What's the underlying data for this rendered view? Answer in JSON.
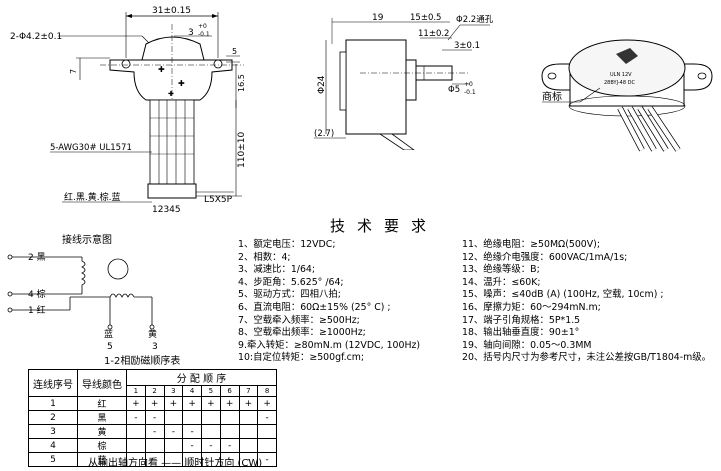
{
  "front_view": {
    "dim_width": "31±0.15",
    "dim_holes": "2-Φ4.2±0.1",
    "dim_boss": "3",
    "dim_boss_tol_upper": "+0",
    "dim_boss_tol_lower": "-0.1",
    "dim_5": "5",
    "dim_7": "7",
    "dim_16_5": "16.5",
    "dim_lead_length": "110±10",
    "wire_spec": "5-AWG30# UL1571",
    "wire_colors": "红.黑.黄.棕.蓝",
    "pin_numbers": "12345",
    "connector": "L5X5P"
  },
  "side_view": {
    "dim_19": "19",
    "dim_15": "15±0.5",
    "dim_11": "11±0.2",
    "dim_3": "3±0.1",
    "dim_hole": "Φ2.2通孔",
    "dim_shaft": "Φ5",
    "dim_shaft_tol_upper": "+0",
    "dim_shaft_tol_lower": "-0.1",
    "dim_dia": "Φ24",
    "dim_2_7": "(2.7)"
  },
  "iso_view": {
    "label": "商标"
  },
  "spec": {
    "title": "技术要求",
    "left": [
      "1、额定电压：12VDC;",
      "2、相数：4;",
      "3、减速比：1/64;",
      "4、步距角：5.625° /64;",
      "5、驱动方式：四相八拍;",
      "6、直流电阻：60Ω±15% (25° C) ;",
      "7、空载牵入频率：≥500Hz;",
      "8、空载牵出频率：≥1000Hz;",
      "9.牵入转矩：≥80mN.m (12VDC, 100Hz)",
      "10:自定位转矩：≥500gf.cm;"
    ],
    "right": [
      "11、绝缘电阻：≥50MΩ(500V);",
      "12、绝缘介电强度：600VAC/1mA/1s;",
      "13、绝缘等级：B;",
      "14、温升：≤60K;",
      "15、噪声：≤40dB (A) (100Hz, 空载, 10cm) ;",
      "16、摩擦力矩：60～294mN.m;",
      "17、端子引角规格：5P*1.5",
      "18、输出轴垂直度：90±1°",
      "19、轴向间隙：0.05～0.3MM",
      "20、括号内尺寸为参考尺寸，未注公差按GB/T1804-m级。"
    ]
  },
  "wiring": {
    "title": "接线示意图",
    "labels": [
      "2 黑",
      "4 棕",
      "1 红",
      "蓝",
      "5",
      "黄",
      "3"
    ]
  },
  "sequence_table": {
    "title": "1-2相励磁顺序表",
    "col_header_1": "连线序号",
    "col_header_2": "导线颜色",
    "group_header": "分 配 顺 序",
    "steps": [
      "1",
      "2",
      "3",
      "4",
      "5",
      "6",
      "7",
      "8"
    ],
    "rows": [
      {
        "no": "1",
        "color": "红",
        "cells": [
          "+",
          "+",
          "+",
          "+",
          "+",
          "+",
          "+",
          "+"
        ]
      },
      {
        "no": "2",
        "color": "黑",
        "cells": [
          "-",
          "-",
          "",
          "",
          "",
          "",
          "",
          "-"
        ]
      },
      {
        "no": "3",
        "color": "黄",
        "cells": [
          "",
          "-",
          "-",
          "-",
          "",
          "",
          "",
          ""
        ]
      },
      {
        "no": "4",
        "color": "棕",
        "cells": [
          "",
          "",
          "",
          "-",
          "-",
          "-",
          "",
          ""
        ]
      },
      {
        "no": "5",
        "color": "蓝",
        "cells": [
          "",
          "",
          "",
          "",
          "",
          "-",
          "-",
          "-"
        ]
      }
    ],
    "note": "从输出轴方向看 —— 顺时针方向 (CW)"
  }
}
